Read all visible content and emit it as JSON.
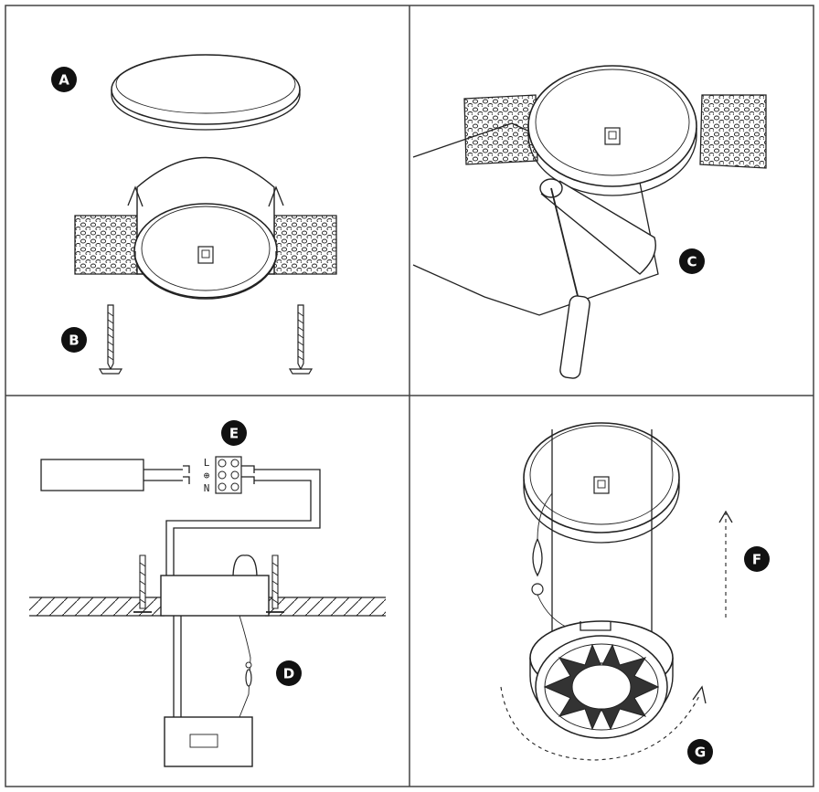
{
  "panels": [
    {
      "id": "panel-top-left",
      "labels": [
        "A",
        "B"
      ]
    },
    {
      "id": "panel-top-right",
      "labels": [
        "C"
      ]
    },
    {
      "id": "panel-bottom-left",
      "labels": [
        "E",
        "D"
      ]
    },
    {
      "id": "panel-bottom-right",
      "labels": [
        "F",
        "G"
      ]
    }
  ],
  "step_labels": {
    "a": "A",
    "b": "B",
    "c": "C",
    "d": "D",
    "e": "E",
    "f": "F",
    "g": "G"
  },
  "terminal_block": {
    "live": "L",
    "earth": "⊕",
    "neutral": "N"
  },
  "colors": {
    "line": "#222222",
    "badge": "#111111",
    "background": "#ffffff"
  }
}
